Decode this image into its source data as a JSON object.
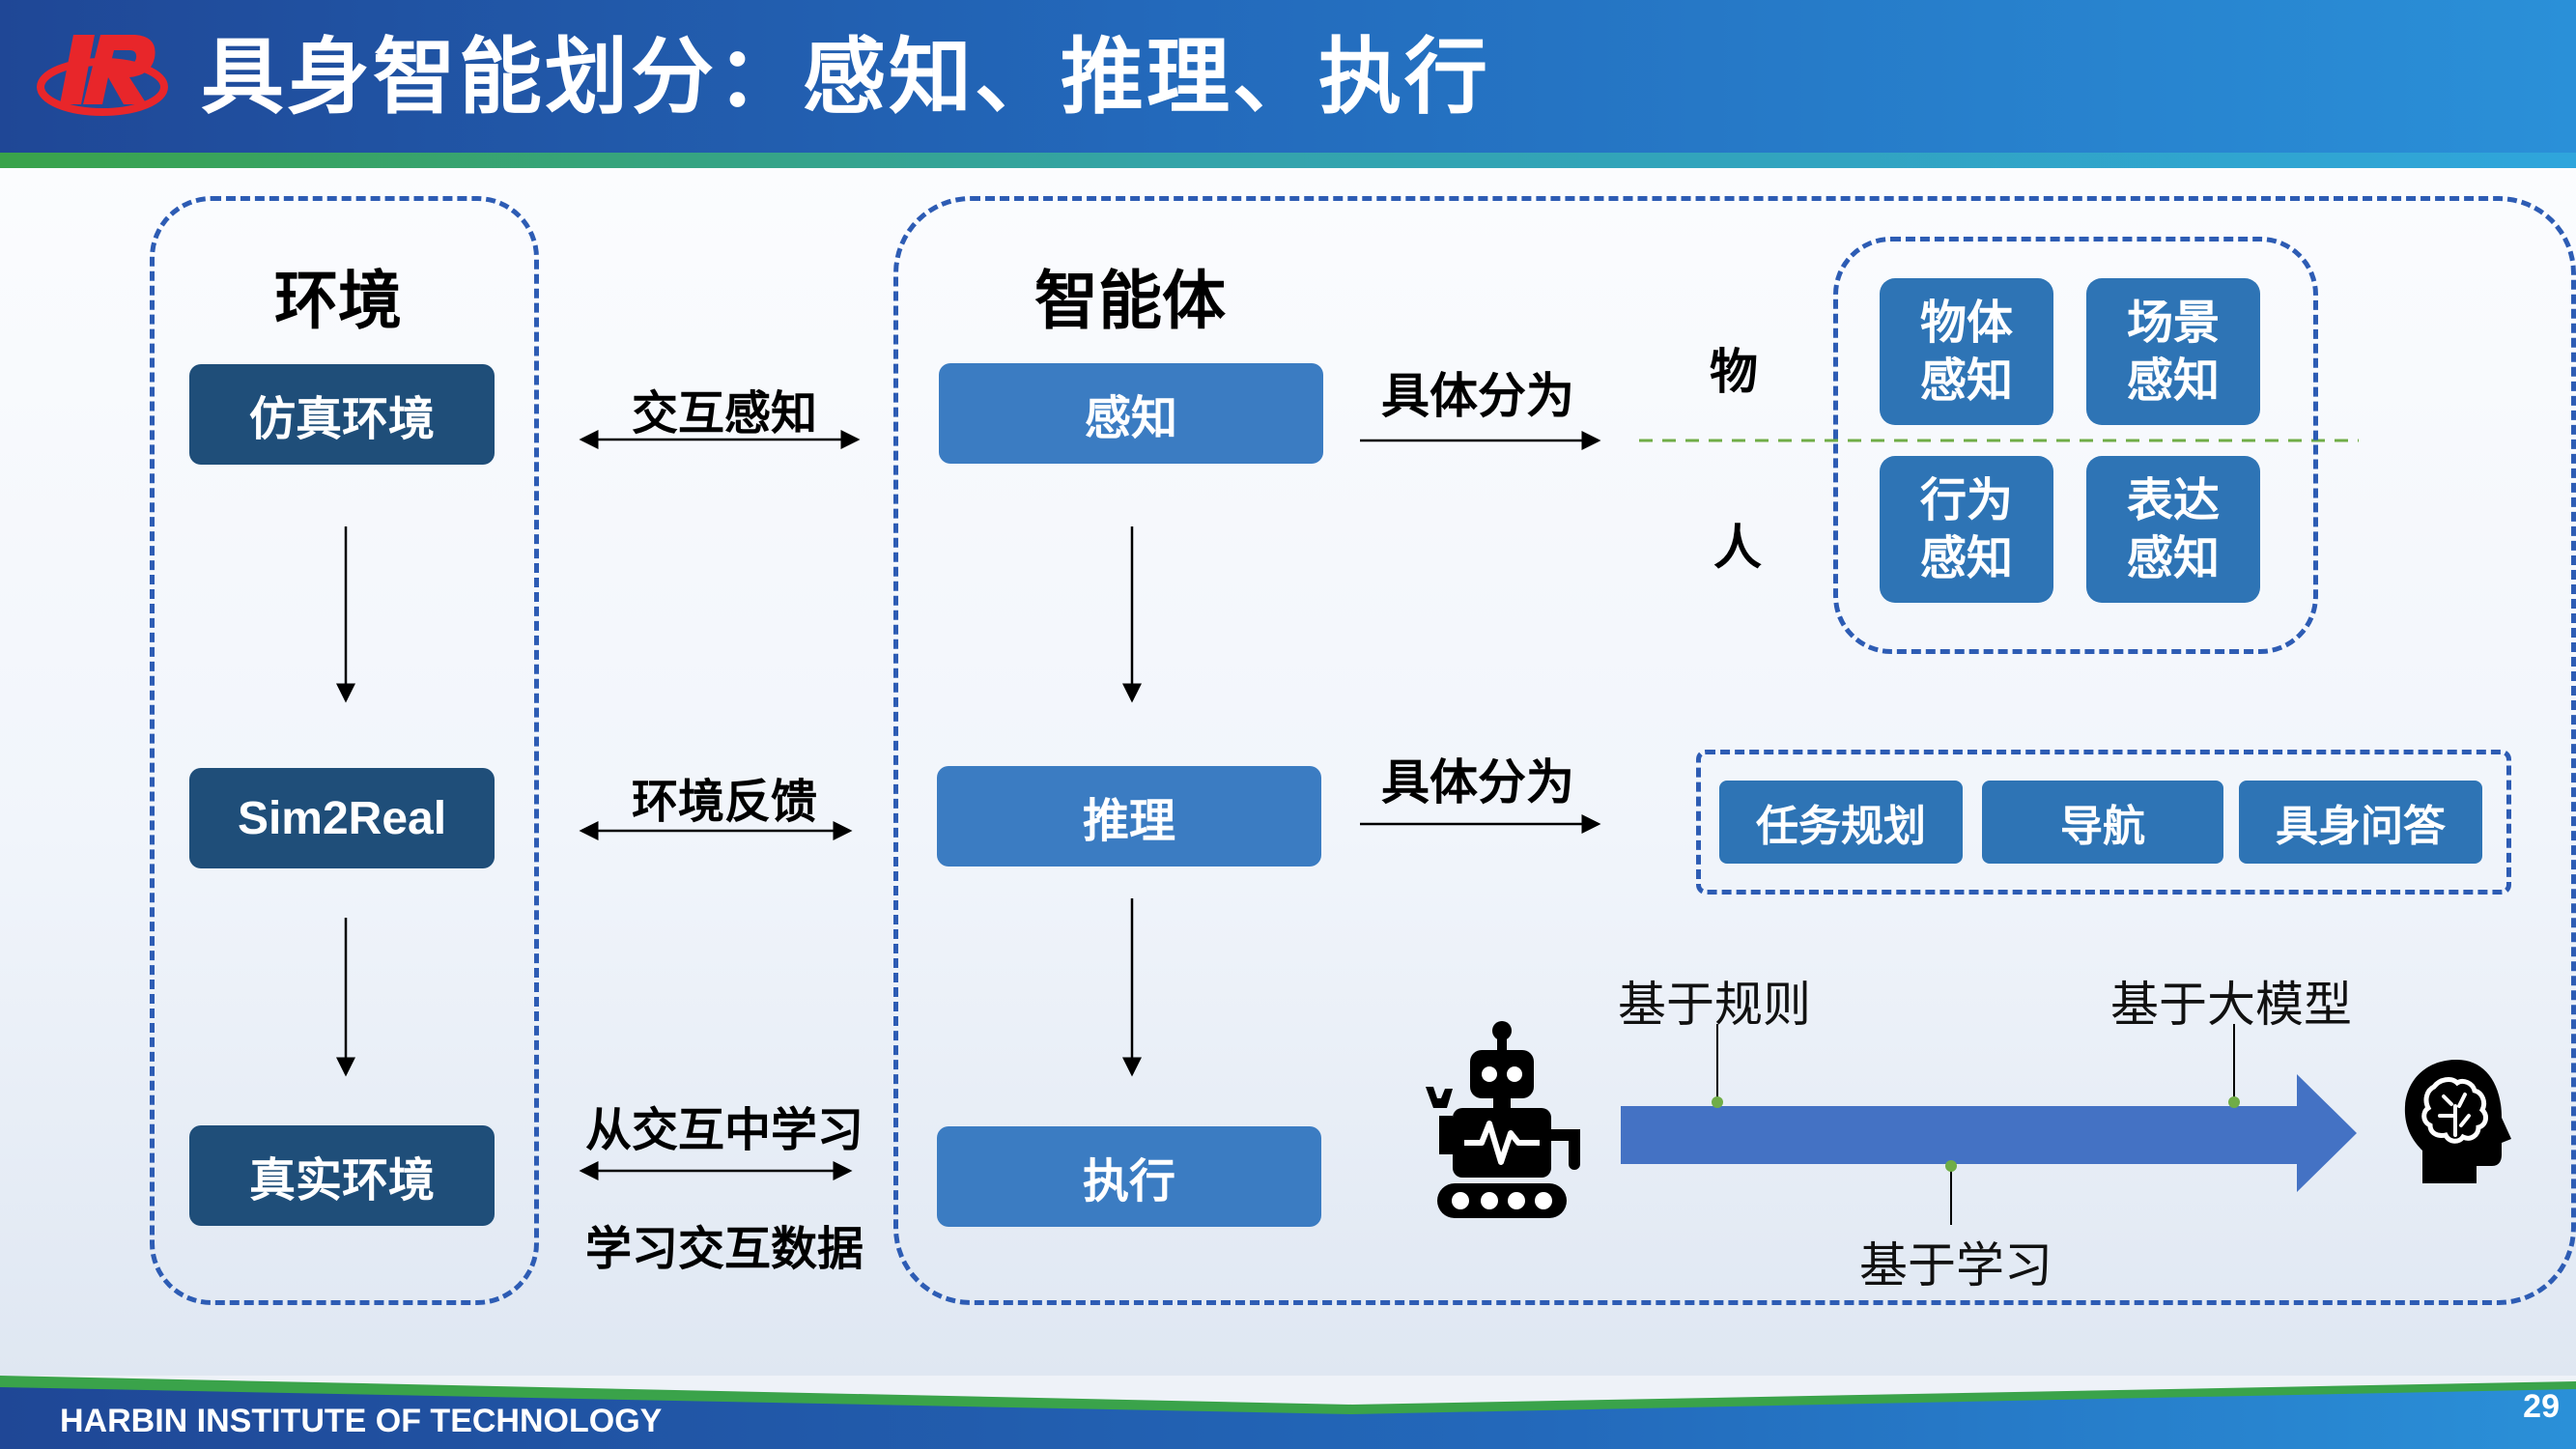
{
  "title": "具身智能划分：感知、推理、执行",
  "environment": {
    "heading": "环境",
    "boxes": [
      "仿真环境",
      "Sim2Real",
      "真实环境"
    ]
  },
  "interaction": {
    "top": "交互感知",
    "middle": "环境反馈",
    "bottom_upper": "从交互中学习",
    "bottom_lower": "学习交互数据"
  },
  "agent": {
    "heading": "智能体",
    "boxes": [
      "感知",
      "推理",
      "执行"
    ]
  },
  "perception": {
    "split_label": "具体分为",
    "object_label": "物",
    "human_label": "人",
    "items": [
      [
        "物体",
        "感知"
      ],
      [
        "场景",
        "感知"
      ],
      [
        "行为",
        "感知"
      ],
      [
        "表达",
        "感知"
      ]
    ]
  },
  "reasoning": {
    "split_label": "具体分为",
    "items": [
      "任务规划",
      "导航",
      "具身问答"
    ]
  },
  "execution": {
    "rule_based": "基于规则",
    "learning_based": "基于学习",
    "llm_based": "基于大模型"
  },
  "footer": {
    "institution": "HARBIN INSTITUTE OF TECHNOLOGY",
    "page": "29"
  },
  "colors": {
    "header": "#1f4796",
    "dark_box": "#1f4e79",
    "mid_box": "#3b7cc2",
    "chip": "#2e74b5",
    "arrow": "#4472c4",
    "dashed_frame": "#2d5cb4",
    "divider": "#70ad47"
  },
  "icons": [
    "ir-logo",
    "robot-icon",
    "brain-head-icon"
  ]
}
